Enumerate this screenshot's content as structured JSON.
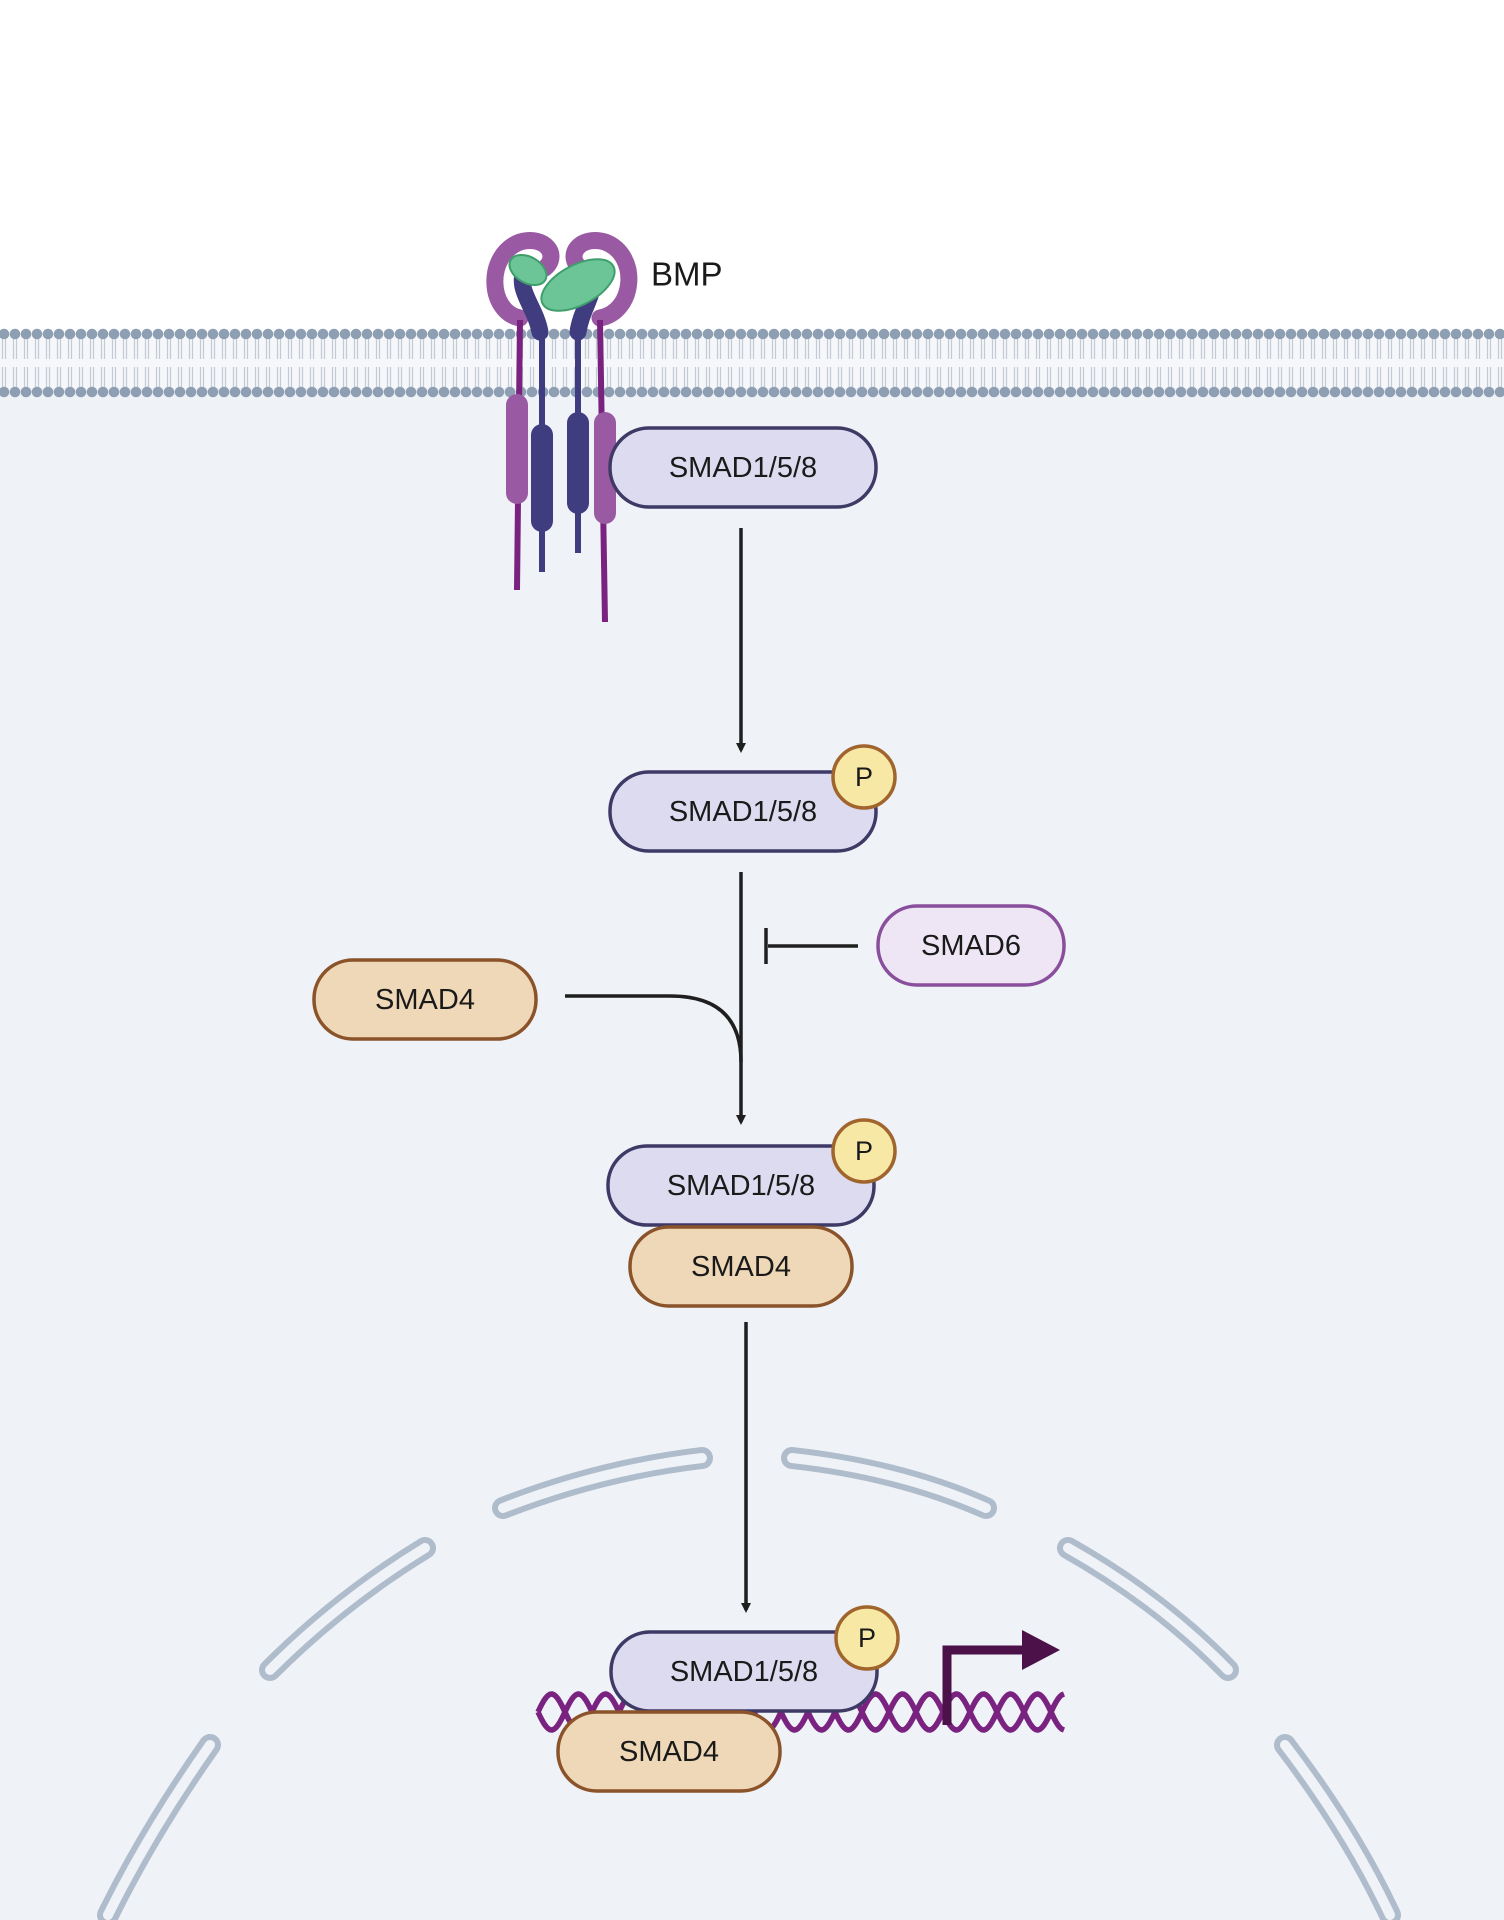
{
  "ligand_label": "BMP",
  "nodes": {
    "receptor_smad": "SMAD1/5/8",
    "phospho_smad": "SMAD1/5/8",
    "phospho_tag": "P",
    "smad6": "SMAD6",
    "smad4_free": "SMAD4",
    "complex_smad": "SMAD1/5/8",
    "complex_p": "P",
    "complex_smad4": "SMAD4",
    "nuclear_smad": "SMAD1/5/8",
    "nuclear_p": "P",
    "nuclear_smad4": "SMAD4"
  },
  "colors": {
    "cytoplasm": "#eff2f7",
    "membrane_head": "#8f9fb3",
    "smad158_fill": "#dddbef",
    "smad158_stroke": "#3f3966",
    "smad4_fill": "#efd8b7",
    "smad4_stroke": "#8a5329",
    "smad6_fill": "#eee6f5",
    "smad6_stroke": "#8a4f9c",
    "phospho_fill": "#f7e8a6",
    "phospho_stroke": "#a0652d",
    "receptor_purple": "#9a5aa3",
    "receptor_navy": "#403c80",
    "bmp_green": "#6cc596",
    "nuclear_envelope": "#aebccb",
    "dna": "#7a2280",
    "tss_arrow": "#4b1148",
    "arrow": "#1f1f1f"
  }
}
